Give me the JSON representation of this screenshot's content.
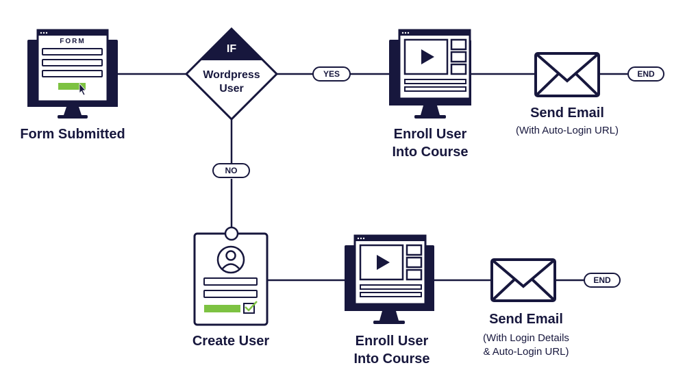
{
  "colors": {
    "navy": "#17173d",
    "green": "#7dc242",
    "white": "#ffffff"
  },
  "nodes": {
    "form_submitted": {
      "label": "Form Submitted",
      "form_title": "FORM",
      "icon": "monitor-form-icon"
    },
    "decision": {
      "header": "IF",
      "line1": "Wordpress",
      "line2": "User",
      "icon": "diamond-decision"
    },
    "yes": "YES",
    "no": "NO",
    "enroll_top": {
      "line1": "Enroll User",
      "line2": "Into Course",
      "icon": "monitor-video-icon"
    },
    "email_top": {
      "title": "Send Email",
      "line1": "(With Auto-Login URL)",
      "icon": "envelope-icon"
    },
    "end_top": "END",
    "create_user": {
      "label": "Create User",
      "icon": "id-badge-user-icon"
    },
    "enroll_bottom": {
      "line1": "Enroll User",
      "line2": "Into Course",
      "icon": "monitor-video-icon"
    },
    "email_bottom": {
      "title": "Send Email",
      "line1": "(With Login Details",
      "line2": "& Auto-Login URL)",
      "icon": "envelope-icon"
    },
    "end_bottom": "END"
  }
}
